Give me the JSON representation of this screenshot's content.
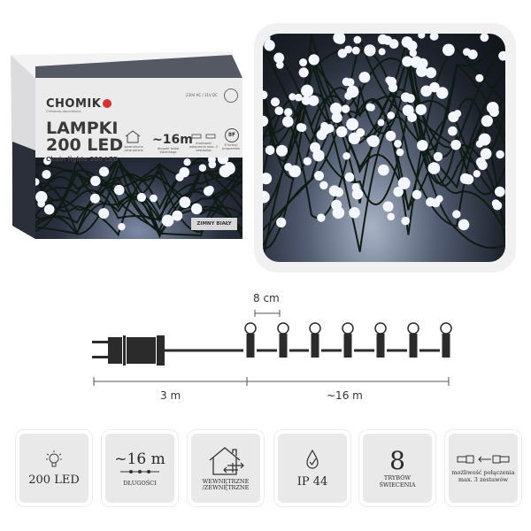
{
  "box": {
    "brand": "CHOMIK",
    "brand_tagline": "Christmas decorations",
    "voltage": "230V AC / 31V DC",
    "title_line1": "LAMPKI",
    "title_line2": "200 LED",
    "subtitle": "Chain lights 200 LED",
    "length": "~16m",
    "feature_indoor": "wewnętrzne /zewnętrzne",
    "feature_length": "długość kabla świetlnego",
    "feature_connect": "możliwość połączenia max. 3 zestawów",
    "feature_functions_badge": "8F",
    "feature_functions": "8 funkcji programów",
    "colour_label": "ZIMNY BIAŁY"
  },
  "diagram": {
    "bulb_spacing": "8 cm",
    "lead_length": "3 m",
    "lit_length": "~16 m",
    "cable_color": "#2b2b2b"
  },
  "features": [
    {
      "icon": "bulb-icon",
      "value": "200 LED"
    },
    {
      "icon": "chain-icon",
      "value": "~16 m",
      "label": "DŁUGOŚCI"
    },
    {
      "icon": "house-icon",
      "label": "WEWNĘTRZNE /ZEWNĘTRZNE"
    },
    {
      "icon": "water-drop-icon",
      "value": "IP 44"
    },
    {
      "icon": "modes-number",
      "value": "8",
      "label": "TRYBÓW ŚWIECENIA"
    },
    {
      "icon": "connector-icon",
      "label": "możliwość połączenia max. 3 zestawów"
    }
  ]
}
